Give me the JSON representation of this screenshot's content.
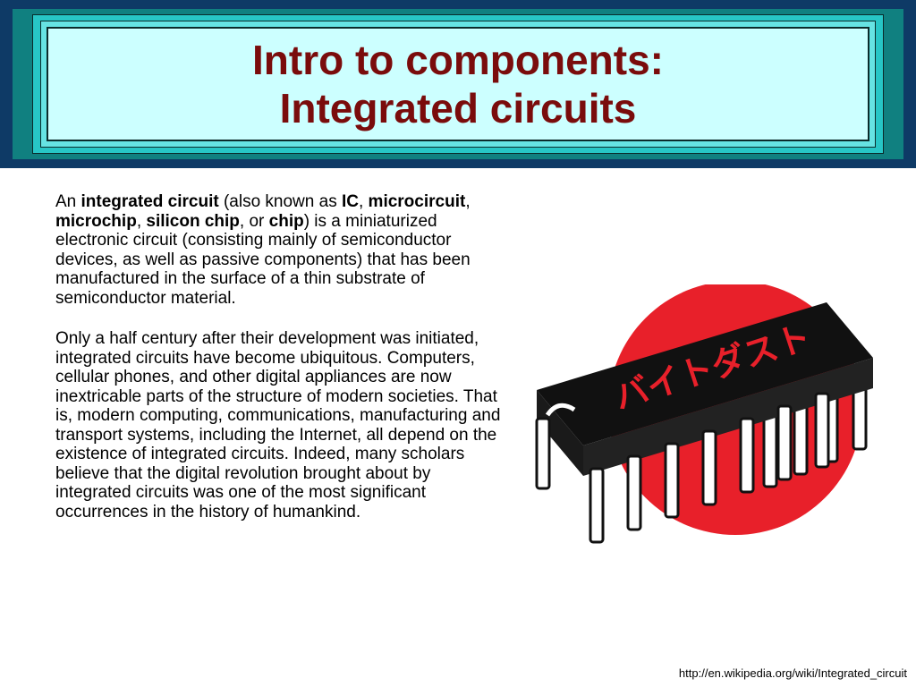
{
  "title": {
    "line1": "Intro to components:",
    "line2": "Integrated circuits"
  },
  "paragraph1": {
    "t1": "An ",
    "b1": "integrated circuit",
    "t2": " (also known as ",
    "b2": "IC",
    "t3": ", ",
    "b3": "microcircuit",
    "t4": ", ",
    "b4": "microchip",
    "t5": ", ",
    "b5": "silicon chip",
    "t6": ", or ",
    "b6": "chip",
    "t7": ") is a miniaturized electronic circuit (consisting mainly of semiconductor devices, as well as passive components) that has been manufactured in the surface of a thin substrate of semiconductor material."
  },
  "paragraph2": "Only a half century after their development was initiated, integrated circuits have become ubiquitous. Computers, cellular phones, and other digital appliances are now inextricable parts of the structure of modern societies. That is, modern computing, communications, manufacturing and transport systems, including the Internet, all depend on the existence of integrated circuits. Indeed, many scholars believe that the digital revolution brought about by integrated circuits was one of the most significant occurrences in the history of humankind.",
  "illustration": {
    "chip_label": "バイトダスト",
    "circle_color": "#e8202a",
    "chip_color": "#111111",
    "label_color": "#e8202a"
  },
  "footer": {
    "source_url": "http://en.wikipedia.org/wiki/Integrated_circuit"
  },
  "colors": {
    "banner_dark": "#0e3a66",
    "banner_teal": "#108080",
    "banner_cyan": "#27c6c6",
    "banner_light": "#ccffff",
    "title_text": "#7a0c0c"
  }
}
